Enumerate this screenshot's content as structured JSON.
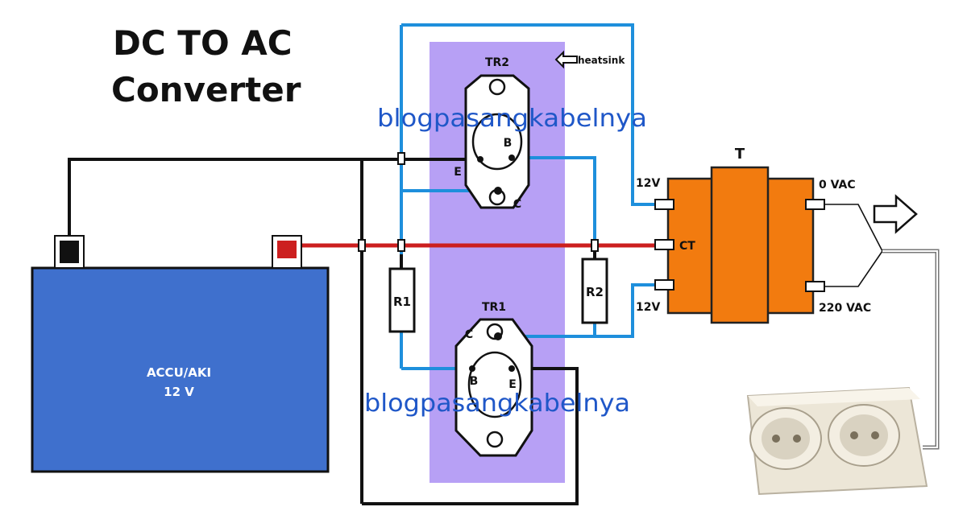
{
  "title": {
    "line1": "DC TO AC",
    "line2": "Converter"
  },
  "heatsink_label": "heatsink",
  "watermark": "blogpasangkabelnya",
  "battery": {
    "line1": "ACCU/AKI",
    "line2": "12 V"
  },
  "transistors": {
    "tr2": {
      "name": "TR2",
      "b": "B",
      "e": "E",
      "c": "C"
    },
    "tr1": {
      "name": "TR1",
      "b": "B",
      "e": "E",
      "c": "C"
    }
  },
  "resistors": {
    "r1": "R1",
    "r2": "R2"
  },
  "transformer": {
    "name": "T",
    "top_left": "12V",
    "center": "CT",
    "bottom_left": "12V",
    "top_right": "0 VAC",
    "bottom_right": "220 VAC"
  },
  "colors": {
    "heatsink": "#b7a0f5",
    "battery": "#3f70cd",
    "transformer": "#f27b0f",
    "wire_blue": "#1e8fdc",
    "wire_red": "#cc1f1f",
    "wire_black": "#111111"
  },
  "icons": {
    "heatsink_arrow": "left-arrow-icon",
    "output_arrow": "right-arrow-icon",
    "outlet": "double-socket-outlet-icon"
  }
}
